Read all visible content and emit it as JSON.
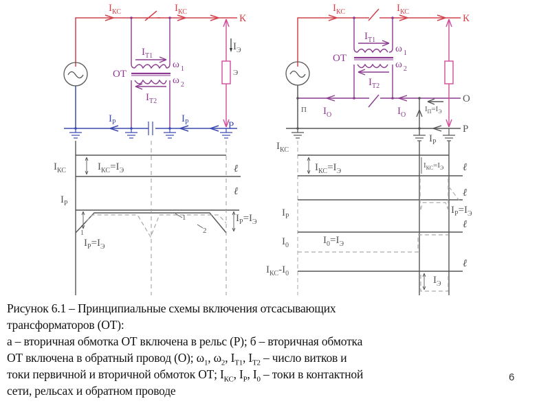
{
  "colors": {
    "contact_wire": "#d2424a",
    "transformer": "#8b3a8f",
    "rail": "#3b4ab0",
    "load": "#d14a9a",
    "graph_line": "#555555",
    "graph_dashed": "#aaaaaa"
  },
  "scheme_a": {
    "current_kc_left": "I",
    "current_kc_left_sub": "КС",
    "current_kc_right": "I",
    "current_kc_right_sub": "КС",
    "node_k": "К",
    "node_p": "Р",
    "transformer_label": "ОТ",
    "it1": "I",
    "it1_sub": "Т1",
    "it2": "I",
    "it2_sub": "Т2",
    "w1": "ω",
    "w1_sub": "1",
    "w2": "ω",
    "w2_sub": "2",
    "ie": "I",
    "ie_sub": "Э",
    "load_label": "Э",
    "ip_left": "I",
    "ip_left_sub": "Р",
    "ip_right": "I",
    "ip_right_sub": "Р",
    "graph": {
      "ikc_axis": "I",
      "ikc_axis_sub": "КС",
      "ikc_eq": "I",
      "ikc_eq_sub": "КС",
      "ikc_eq_rhs": "=I",
      "ikc_eq_rhs_sub": "Э",
      "ip_axis": "I",
      "ip_axis_sub": "Р",
      "ell_1": "ℓ",
      "ell_2": "ℓ",
      "ip_eq_right": "I",
      "ip_eq_right_sub": "Р",
      "ip_eq_right_rhs": "=I",
      "ip_eq_right_rhs_sub": "Э",
      "ip_eq_left": "I",
      "ip_eq_left_sub": "Р",
      "ip_eq_left_rhs": "=I",
      "ip_eq_left_rhs_sub": "Э",
      "curve_1": "1",
      "curve_2": "2",
      "curve_1b": "1"
    }
  },
  "scheme_b": {
    "current_kc_left": "I",
    "current_kc_left_sub": "КС",
    "current_kc_right": "I",
    "current_kc_right_sub": "КС",
    "node_k": "К",
    "node_o": "О",
    "node_p": "Р",
    "node_pi": "П",
    "transformer_label": "ОТ",
    "it1": "I",
    "it1_sub": "Т1",
    "it2": "I",
    "it2_sub": "Т2",
    "w1": "ω",
    "w1_sub": "1",
    "w2": "ω",
    "w2_sub": "2",
    "io_left": "I",
    "io_left_sub": "О",
    "io_right": "I",
    "io_right_sub": "О",
    "ipi_eq": "I",
    "ipi_eq_sub": "П",
    "ipi_eq_rhs": "=I",
    "ipi_eq_rhs_sub": "Э",
    "ip": "I",
    "ip_sub": "Р",
    "graph": {
      "ikc_axis": "I",
      "ikc_axis_sub": "КС",
      "ikc_eq": "I",
      "ikc_eq_sub": "КС",
      "ikc_eq_rhs": "=I",
      "ikc_eq_rhs_sub": "Э",
      "ikc_eq_small": "I",
      "ikc_eq_small_sub": "КС",
      "ikc_eq_small_rhs": "=I",
      "ikc_eq_small_rhs_sub": "Э",
      "ip_axis": "I",
      "ip_axis_sub": "Р",
      "ip_eq": "I",
      "ip_eq_sub": "Р",
      "ip_eq_rhs": "=I",
      "ip_eq_rhs_sub": "Э",
      "i0_axis": "I",
      "i0_axis_sub": "0",
      "i0_eq": "I",
      "i0_eq_sub": "0",
      "i0_eq_rhs": "=I",
      "i0_eq_rhs_sub": "Э",
      "ikc_i0_axis": "I",
      "ikc_i0_axis_sub": "КС",
      "ikc_i0_axis_mid": "-I",
      "ikc_i0_axis_sub2": "0",
      "ie_bottom": "I",
      "ie_bottom_sub": "Э",
      "ell_1": "ℓ",
      "ell_2": "ℓ",
      "ell_3": "ℓ",
      "ell_4": "ℓ"
    }
  },
  "caption": {
    "line1": "Рисунок 6.1 – Принципиальные схемы включения отсасывающих",
    "line2": "трансформаторов (ОТ):",
    "line3": "а – вторичная обмотка ОТ включена в рельс (Р); б – вторичная обмотка",
    "line4_a": "ОТ включена в обратный провод (О); ω",
    "line4_s1": "1",
    "line4_b": ", ω",
    "line4_s2": "2",
    "line4_c": ", I",
    "line4_s3": "Т1",
    "line4_d": ", I",
    "line4_s4": "Т2",
    "line4_e": " – число витков и",
    "line5_a": "токи первичной и вторичной обмоток ОТ; I",
    "line5_s1": "КС",
    "line5_b": ", I",
    "line5_s2": "Р",
    "line5_c": ", I",
    "line5_s3": "0",
    "line5_d": " – токи в контактной",
    "line6": "сети, рельсах и обратном проводе"
  },
  "page_number": "6"
}
